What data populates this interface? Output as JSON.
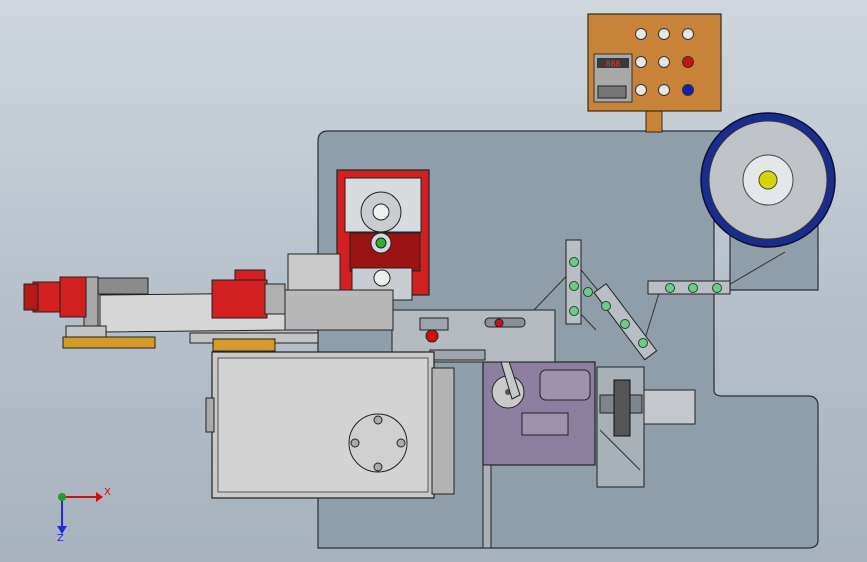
{
  "triad": {
    "x_label": "X",
    "z_label": "Z"
  },
  "colors": {
    "frame_plate": "#8f9ea9",
    "panel_body": "#c98338",
    "reel_ring": "#1a2d8e",
    "reel_hub": "#d4d400",
    "motor_red": "#d61e1e",
    "gearbox_gray": "#c9c9c9",
    "bracket_purple": "#8c7e9e",
    "base_orange": "#d49a2a",
    "axis_x": "#d01010",
    "axis_y": "#1ea01e",
    "axis_z": "#1a2ee0"
  },
  "control_panel": {
    "display_text": "888",
    "button_colors": [
      "#e8e8e8",
      "#e8e8e8",
      "#e8e8e8",
      "#e8e8e8",
      "#e8e8e8",
      "#cc1111",
      "#e8e8e8",
      "#e8e8e8",
      "#1122aa"
    ]
  },
  "guide_rollers": {
    "count": 10
  }
}
